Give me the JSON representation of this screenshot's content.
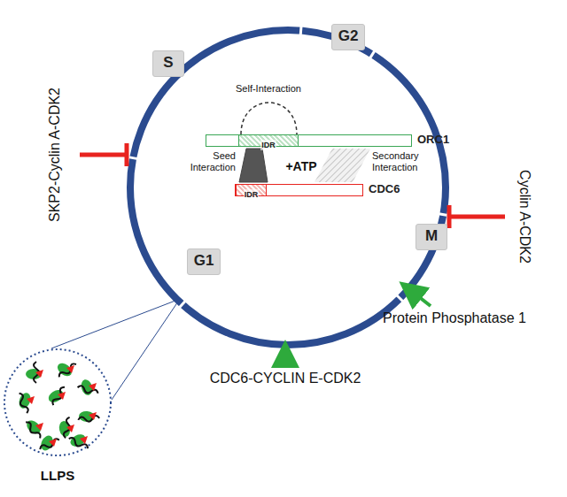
{
  "diagram": {
    "nodes": [
      {
        "text": [
          "S"
        ]
      },
      {
        "text": [
          "G2"
        ]
      },
      {
        "text": [
          "M"
        ]
      },
      {
        "text": [
          "G1"
        ]
      },
      {
        "text": [
          "ORC1"
        ]
      },
      {
        "text": [
          "IDR"
        ],
        "in": 4
      },
      {
        "text": [
          "CDC6"
        ]
      },
      {
        "text": [
          "IDR"
        ],
        "in": 6
      },
      {
        "text": [
          "LLPS"
        ]
      }
    ],
    "labels": [
      "Self-Interaction",
      "Seed Interaction",
      "+ATP",
      "Secondary Interaction",
      "SKP2-Cyclin A-CDK2",
      "Cyclin A-CDK2",
      "Protein Phosphatase 1",
      "CDC6-CYCLIN E-CDK2"
    ]
  }
}
